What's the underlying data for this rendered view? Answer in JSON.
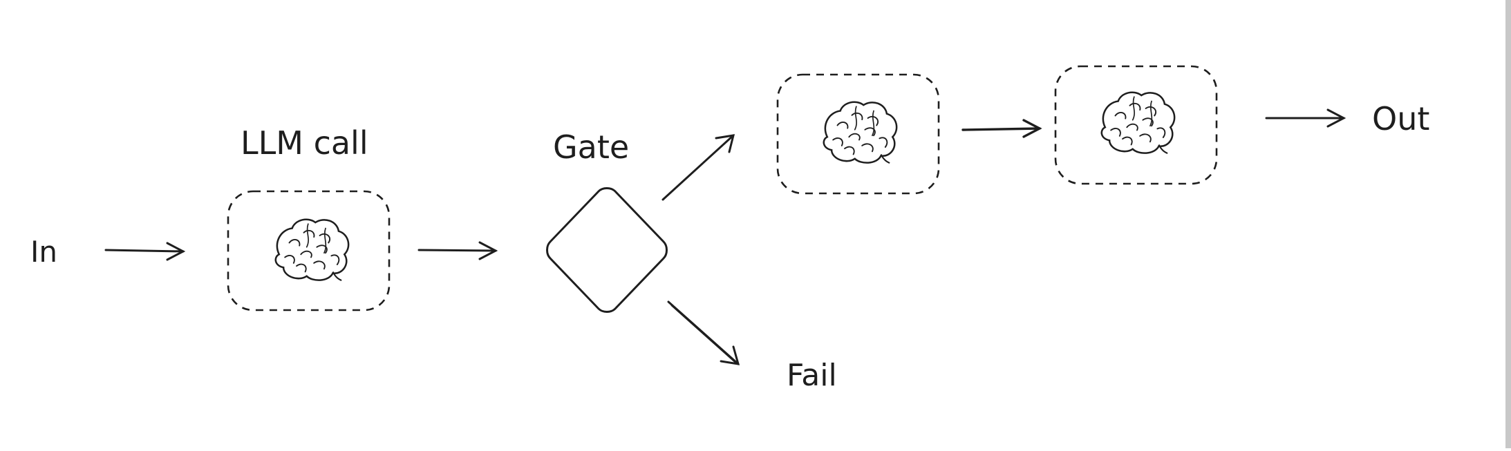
{
  "diagram": {
    "nodes": {
      "input_label": "In",
      "llm_call_label": "LLM call",
      "gate_label": "Gate",
      "fail_label": "Fail",
      "output_label": "Out"
    },
    "icons": {
      "llm_icon": "brain-icon"
    },
    "colors": {
      "stroke": "#1e1e1e",
      "background": "#ffffff"
    }
  }
}
